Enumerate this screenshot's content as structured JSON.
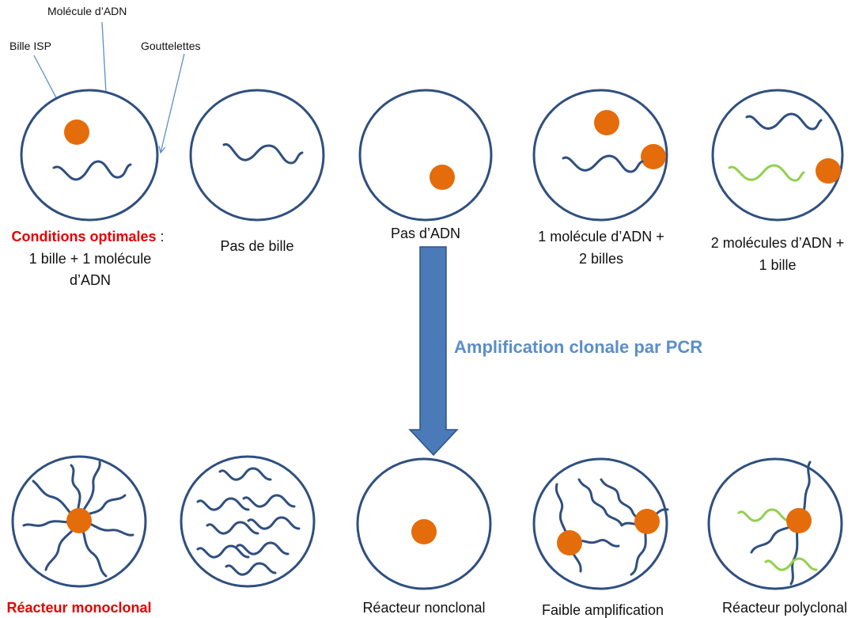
{
  "colors": {
    "cell_outline": "#2f4f7f",
    "dna": "#2f4f7f",
    "dna_second": "#92d050",
    "bead": "#e46c0a",
    "highlight_red": "#e60000",
    "arrow_fill": "#4a7ab8",
    "arrow_stroke": "#2e5287",
    "process_label": "#5b8ec9"
  },
  "legend": {
    "bead": "Bille ISP",
    "dna": "Molécule d’ADN",
    "droplet": "Gouttelettes"
  },
  "top_row": {
    "optimal": {
      "highlight": "Conditions optimales",
      "suffix": " :",
      "line2": "1 bille + 1 molécule",
      "line3": "d’ADN"
    },
    "no_bead": "Pas de bille",
    "no_dna": "Pas d’ADN",
    "one_dna_two_beads": {
      "line1": "1 molécule d’ADN +",
      "line2": "2 billes"
    },
    "two_dna_one_bead": {
      "line1": "2 molécules d’ADN +",
      "line2": "1 bille"
    }
  },
  "process": {
    "label": "Amplification clonale par PCR"
  },
  "bottom_row": {
    "monoclonal": "Réacteur monoclonal",
    "nonclonal": "Réacteur nonclonal",
    "weak": "Faible amplification",
    "polyclonal": "Réacteur polyclonal"
  }
}
